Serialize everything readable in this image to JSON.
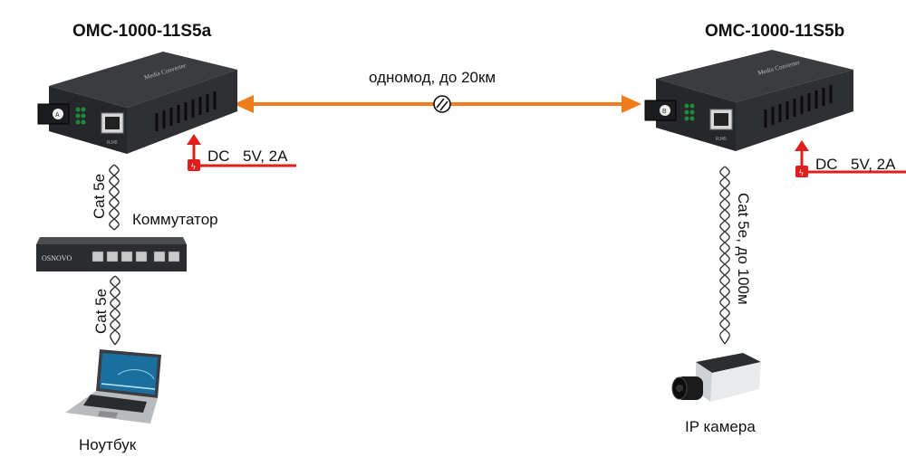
{
  "diagram": {
    "left_converter": {
      "title": "OMC-1000-11S5a",
      "brand_text": "Media Converter",
      "port_label": "RJ45",
      "fiber_port_letter": "A",
      "power": {
        "label_dc": "DC",
        "label_spec": "5V, 2A"
      }
    },
    "right_converter": {
      "title": "OMC-1000-11S5b",
      "brand_text": "Media Converter",
      "port_label": "RJ45",
      "fiber_port_letter": "B",
      "power": {
        "label_dc": "DC",
        "label_spec": "5V, 2A"
      }
    },
    "fiber_link": {
      "label": "одномод, до 20км",
      "color": "#f07c1c"
    },
    "left_chain": {
      "cable_top_label": "Cat 5e",
      "switch": {
        "label": "Коммутатор",
        "brand": "OSNOVO"
      },
      "cable_bottom_label": "Cat 5e",
      "laptop": {
        "label": "Ноутбук"
      }
    },
    "right_chain": {
      "cable_label": "Cat 5e, до 100м",
      "camera": {
        "label": "IP камера"
      }
    },
    "colors": {
      "power_red": "#e01e1e",
      "device_dark": "#2b2d30",
      "led_green": "#1f8a3a"
    }
  }
}
